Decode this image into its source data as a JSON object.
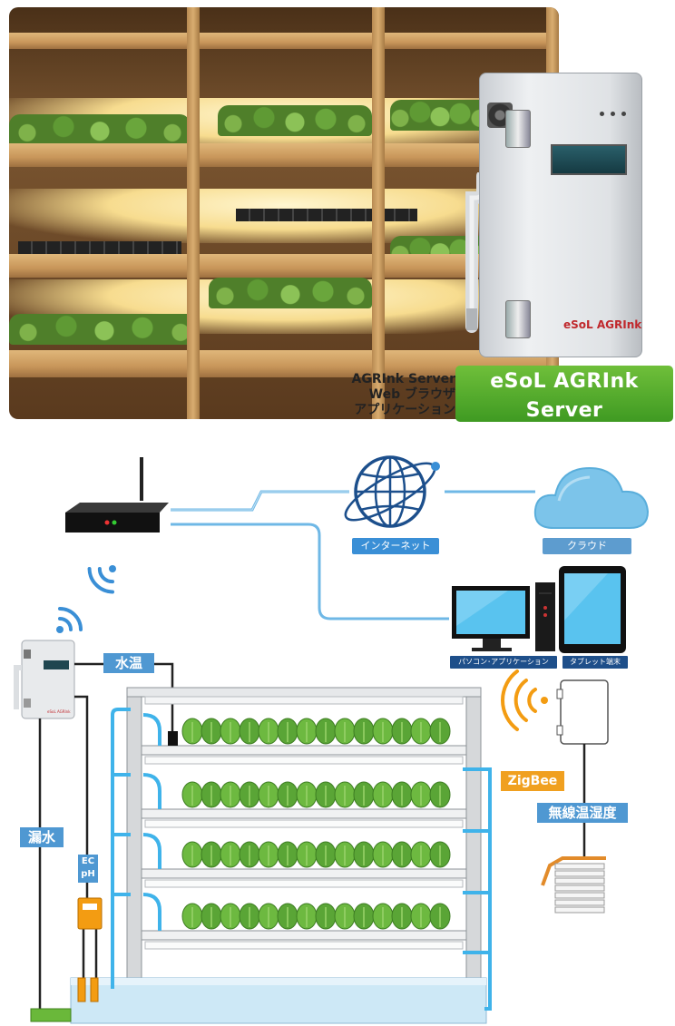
{
  "photo": {
    "caption_lines": [
      "AGRInk Server",
      "Web ブラウザ",
      "アプリケーション"
    ],
    "device_logo": "eSoL AGRInk",
    "badge": {
      "title": "eSoL AGRInk Server",
      "subtitle": "（植物工場向け仕様）"
    }
  },
  "network": {
    "internet_label": "インターネット",
    "cloud_label": "クラウド",
    "pc_label": "パソコン･アプリケーション",
    "tablet_label": "タブレット端末"
  },
  "sensors": {
    "water_temp_label": "水温",
    "leak_label": "漏水",
    "ec_label": "EC",
    "ph_label": "pH",
    "zigbee_label": "ZigBee",
    "temp_humidity_label": "無線温湿度"
  },
  "colors": {
    "pipe_blue": "#3fb3ea",
    "cable_blue": "#9ccce8",
    "label_blue": "#3a8fd6",
    "zigbee_orange": "#f0a020",
    "badge_green": "#4fa82a",
    "sensor_orange": "#f39c12",
    "leak_sensor_green": "#6ab83a"
  }
}
